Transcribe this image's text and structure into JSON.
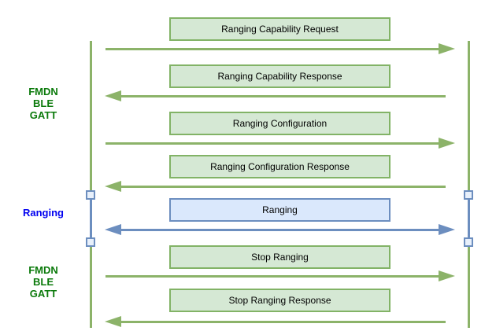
{
  "palette": {
    "green-stroke": "#8cb369",
    "green-border": "#82b366",
    "green-fill": "#d5e8d4",
    "blue-stroke": "#6c8ebf",
    "blue-fill": "#dae8fc",
    "activation-fill": "#e8f0fb",
    "label-green": "#0b7a0b",
    "label-blue": "#0000f0"
  },
  "side_labels": {
    "fmdn_top": "FMDN\nBLE\nGATT",
    "ranging": "Ranging",
    "fmdn_bottom": "FMDN\nBLE\nGATT"
  },
  "messages": [
    {
      "label": "Ranging Capability Request",
      "direction": "right",
      "style": "green"
    },
    {
      "label": "Ranging Capability Response",
      "direction": "left",
      "style": "green"
    },
    {
      "label": "Ranging Configuration",
      "direction": "right",
      "style": "green"
    },
    {
      "label": "Ranging Configuration Response",
      "direction": "left",
      "style": "green"
    },
    {
      "label": "Ranging",
      "direction": "both",
      "style": "blue"
    },
    {
      "label": "Stop Ranging",
      "direction": "right",
      "style": "green"
    },
    {
      "label": "Stop Ranging Response",
      "direction": "left",
      "style": "green"
    }
  ]
}
